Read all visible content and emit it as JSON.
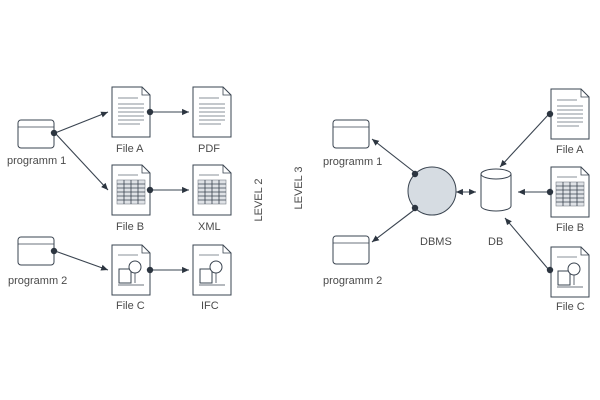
{
  "level_labels": {
    "left": "LEVEL 2",
    "right": "LEVEL 3"
  },
  "left_diagram": {
    "programs": [
      "programm 1",
      "programm 2"
    ],
    "files": [
      "File A",
      "File B",
      "File C"
    ],
    "outputs": [
      "PDF",
      "XML",
      "IFC"
    ]
  },
  "right_diagram": {
    "programs": [
      "programm 1",
      "programm 2"
    ],
    "dbms": "DBMS",
    "db": "DB",
    "files": [
      "File A",
      "File B",
      "File C"
    ]
  }
}
